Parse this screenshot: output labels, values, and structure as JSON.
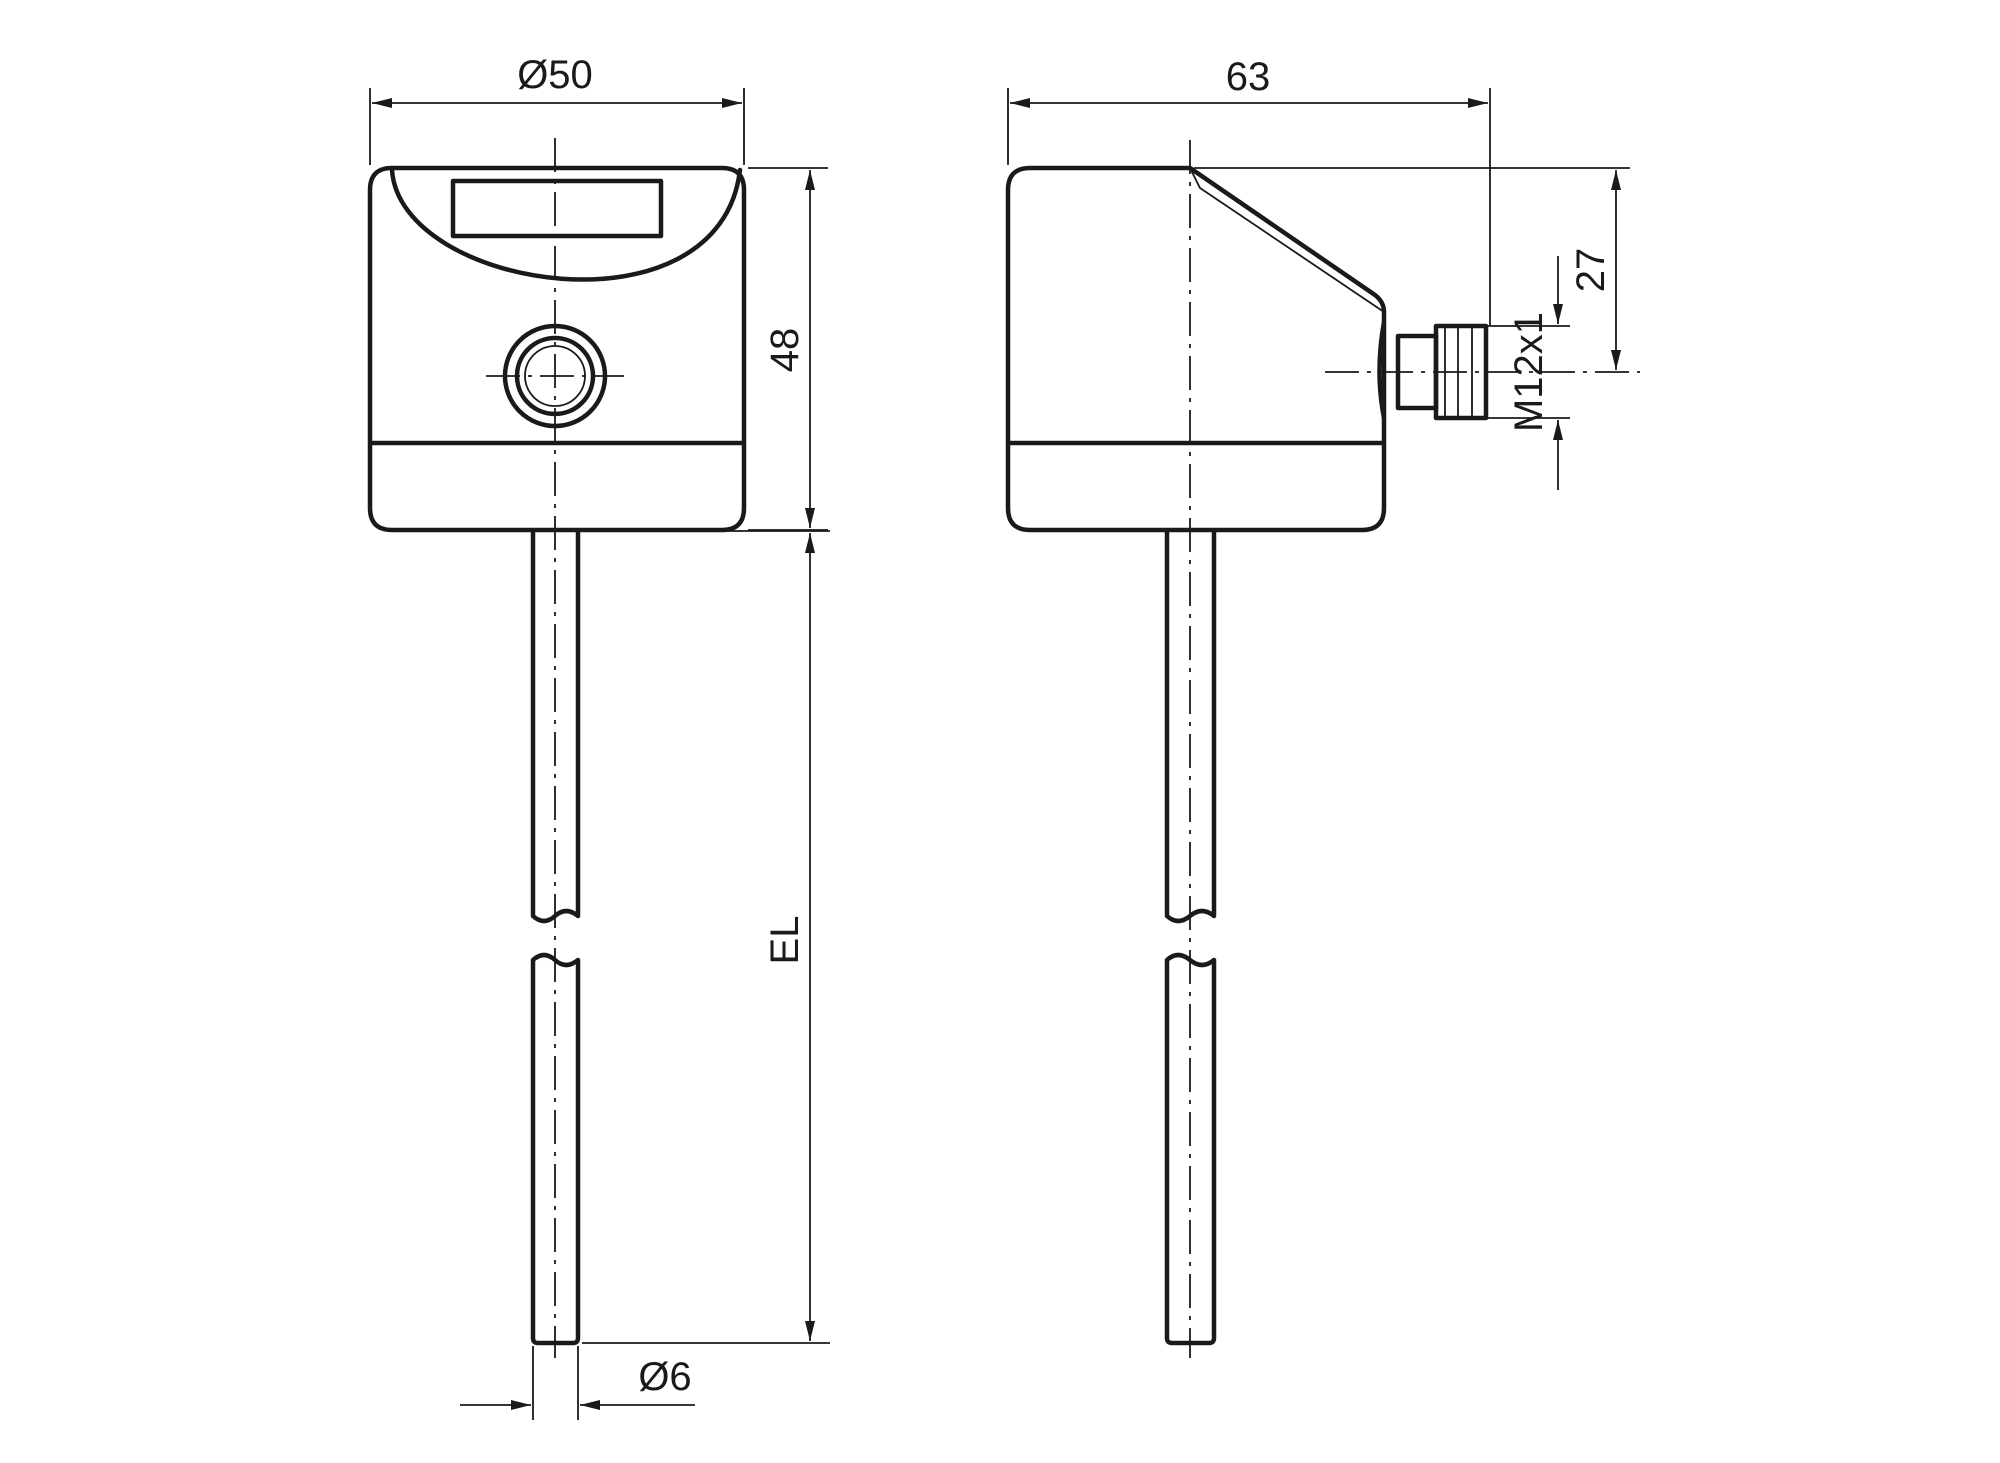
{
  "dimensions": {
    "front_width": "Ø50",
    "side_width": "63",
    "height": "48",
    "connector_offset": "27",
    "thread": "M12x1",
    "probe_length": "EL",
    "probe_diameter": "Ø6"
  }
}
